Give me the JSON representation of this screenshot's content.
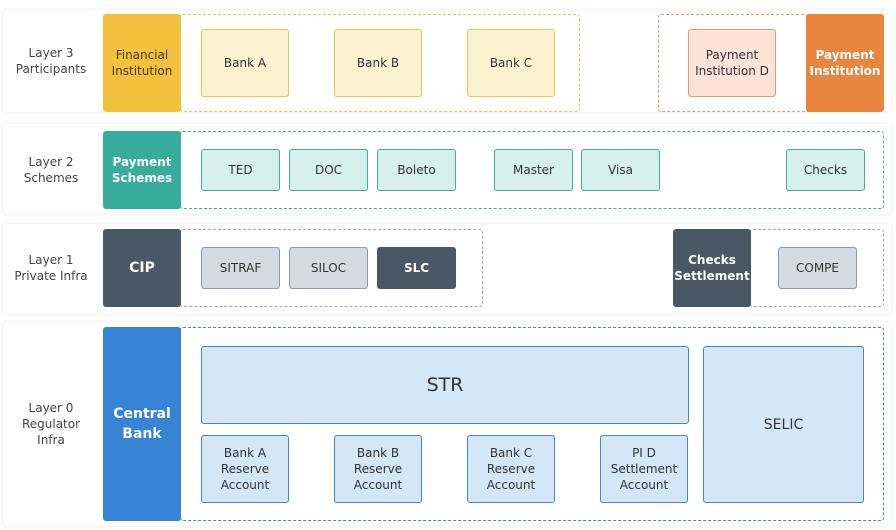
{
  "colors": {
    "l3_accent": "#f2c13e",
    "l3_box_fill": "#fdf2d0",
    "l3_box_border": "#f0c24a",
    "l3_pi_accent": "#e8853e",
    "l3_pi_box_fill": "#fbe4d6",
    "l3_pi_box_border": "#e89a6c",
    "l2_accent": "#39ad9b",
    "l2_box_fill": "#d6f0ec",
    "l2_box_border": "#3fae9c",
    "l1_accent": "#4a5865",
    "l1_box_fill": "#d5dae0",
    "l1_box_border": "#8e99a4",
    "l0_accent": "#3784d5",
    "l0_box_fill": "#d5e6f7",
    "l0_box_border": "#3f86d3"
  },
  "layer3": {
    "label": [
      "Layer 3",
      "Participants"
    ],
    "head": [
      "Financial",
      "Institution"
    ],
    "banks": [
      [
        "Bank A"
      ],
      [
        "Bank B"
      ],
      [
        "Bank C"
      ]
    ],
    "pi_box": [
      "Payment",
      "Institution D"
    ],
    "pi_head": [
      "Payment",
      "Institution"
    ]
  },
  "layer2": {
    "label": [
      "Layer 2",
      "Schemes"
    ],
    "head": [
      "Payment",
      "Schemes"
    ],
    "schemes": [
      [
        "TED"
      ],
      [
        "DOC"
      ],
      [
        "Boleto"
      ],
      [
        "Master"
      ],
      [
        "Visa"
      ],
      [
        "Checks"
      ]
    ]
  },
  "layer1": {
    "label": [
      "Layer 1",
      "Private Infra"
    ],
    "head": [
      "CIP"
    ],
    "systems": [
      [
        "SITRAF"
      ],
      [
        "SILOC"
      ],
      [
        "SLC"
      ]
    ],
    "checks_head": [
      "Checks",
      "Settlement"
    ],
    "compe": [
      "COMPE"
    ]
  },
  "layer0": {
    "label": [
      "Layer 0",
      "Regulator",
      "Infra"
    ],
    "head": [
      "Central",
      "Bank"
    ],
    "str": [
      "STR"
    ],
    "selic": [
      "SELIC"
    ],
    "accounts": [
      [
        "Bank A",
        "Reserve",
        "Account"
      ],
      [
        "Bank B",
        "Reserve",
        "Account"
      ],
      [
        "Bank C",
        "Reserve",
        "Account"
      ],
      [
        "PI D",
        "Settlement",
        "Account"
      ]
    ]
  }
}
